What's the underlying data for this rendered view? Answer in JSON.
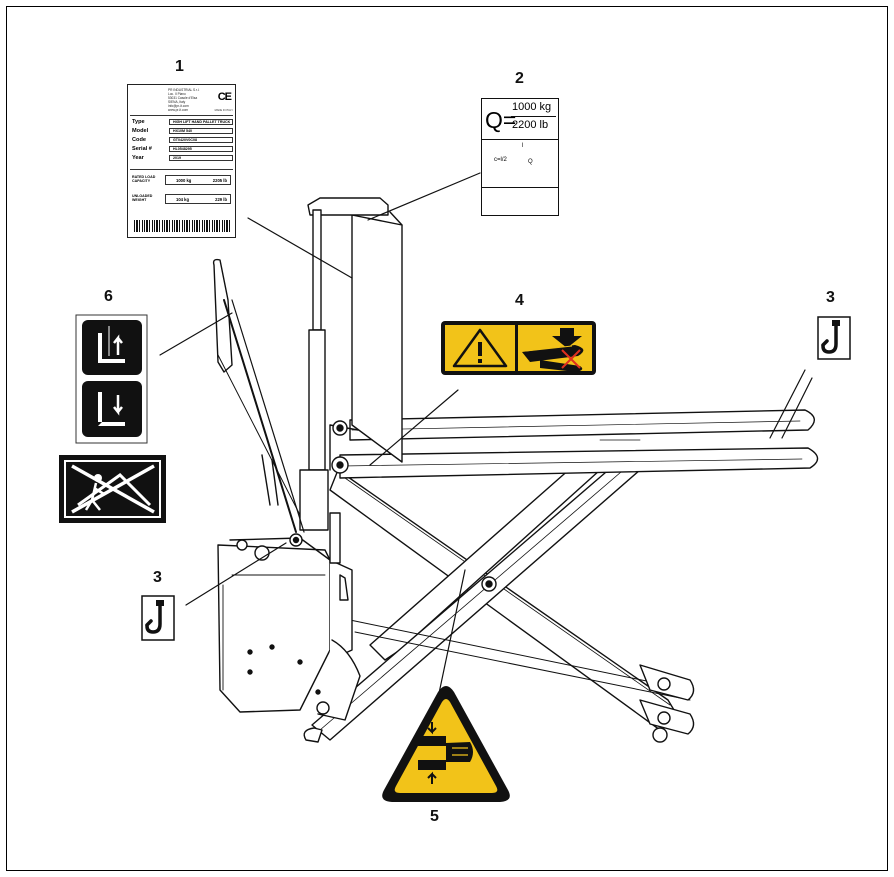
{
  "callouts": {
    "n1": "1",
    "n2": "2",
    "n3a": "3",
    "n3b": "3",
    "n4": "4",
    "n5": "5",
    "n6": "6"
  },
  "data_plate": {
    "manufacturer_lines": [
      "PR INDUSTRIAL S.r.l.",
      "Loc. II Piano",
      "53031 Casole d'Elsa",
      "SIENA, Italy",
      "info@pr-it.com",
      "www.pr-it.com"
    ],
    "ce_mark": "CE",
    "ce_text": "MADE IN ITALY",
    "fields": [
      {
        "label": "Type",
        "value": "HIGH LIFT HAND PALLET TRUCK"
      },
      {
        "label": "Model",
        "value": "HX10M 540"
      },
      {
        "label": "Code",
        "value": "GT0420V0C08"
      },
      {
        "label": "Serial #",
        "value": "HL0548295"
      },
      {
        "label": "Year",
        "value": "2019"
      }
    ],
    "rated_load_label": "RATED LOAD CAPACITY",
    "rated_load_kg": "1000 kg",
    "rated_load_lb": "2205 lb",
    "unloaded_label": "UNLOADED WEIGHT",
    "unloaded_kg": "104 kg",
    "unloaded_lb": "229 lb"
  },
  "capacity_label": {
    "q": "Q=",
    "kg": "1000 kg",
    "lb": "2200 lb",
    "dim_l": "l",
    "dim_c": "c=l/2",
    "dim_q": "Q"
  },
  "colors": {
    "warning_yellow": "#f2c319",
    "line": "#111111"
  },
  "icons": [
    "warning-triangle-icon",
    "crush-hazard-icon",
    "hook-icon",
    "lift-up-icon",
    "lift-down-icon",
    "no-climbing-icon",
    "read-manual-icon"
  ]
}
